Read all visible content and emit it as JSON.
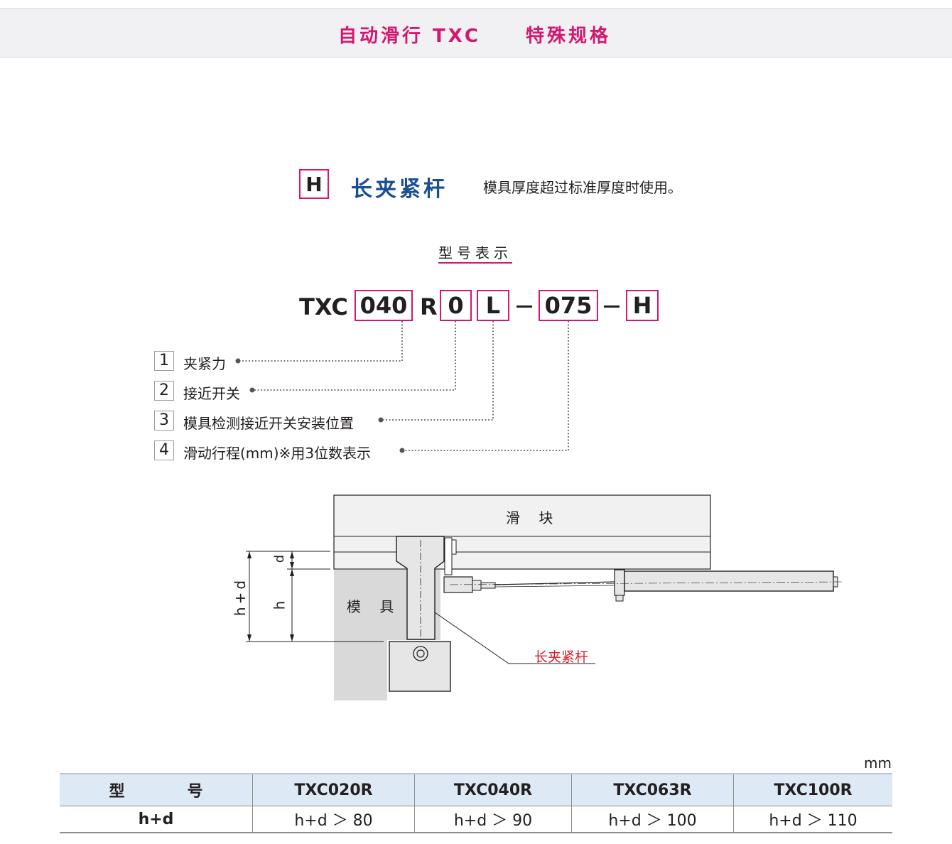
{
  "header": {
    "title": "自动滑行 TXC",
    "subtitle": "特殊规格"
  },
  "section": {
    "code": "H",
    "title": "长夹紧杆",
    "description": "模具厚度超过标准厚度时使用。"
  },
  "model_label": "型号表示",
  "model_code": {
    "prefix": "TXC",
    "parts": [
      {
        "value": "040",
        "boxed": true
      },
      {
        "value": "R",
        "boxed": false
      },
      {
        "value": "0",
        "boxed": true
      },
      {
        "value": "L",
        "boxed": true
      },
      {
        "value": "075",
        "boxed": true
      },
      {
        "value": "H",
        "boxed": true
      }
    ]
  },
  "legend": [
    {
      "num": "1",
      "label": "夹紧力"
    },
    {
      "num": "2",
      "label": "接近开关"
    },
    {
      "num": "3",
      "label": "模具检测接近开关安装位置"
    },
    {
      "num": "4",
      "label": "滑动行程(mm)※用3位数表示"
    }
  ],
  "diagram": {
    "slider_label": "滑 块",
    "mold_label": "模 具",
    "clamp_label": "长夹紧杆",
    "dim_hd": "h+d",
    "dim_h": "h",
    "dim_d": "d"
  },
  "table": {
    "unit": "mm",
    "headers": [
      "型　　　　号",
      "TXC020R",
      "TXC040R",
      "TXC063R",
      "TXC100R"
    ],
    "rows": [
      [
        "h+d",
        "h+d ＞ 80",
        "h+d ＞ 90",
        "h+d ＞ 100",
        "h+d ＞ 110"
      ]
    ]
  },
  "colors": {
    "accent": "#d4176f",
    "title_blue": "#1a4f92",
    "table_header": "#dde9f5"
  }
}
